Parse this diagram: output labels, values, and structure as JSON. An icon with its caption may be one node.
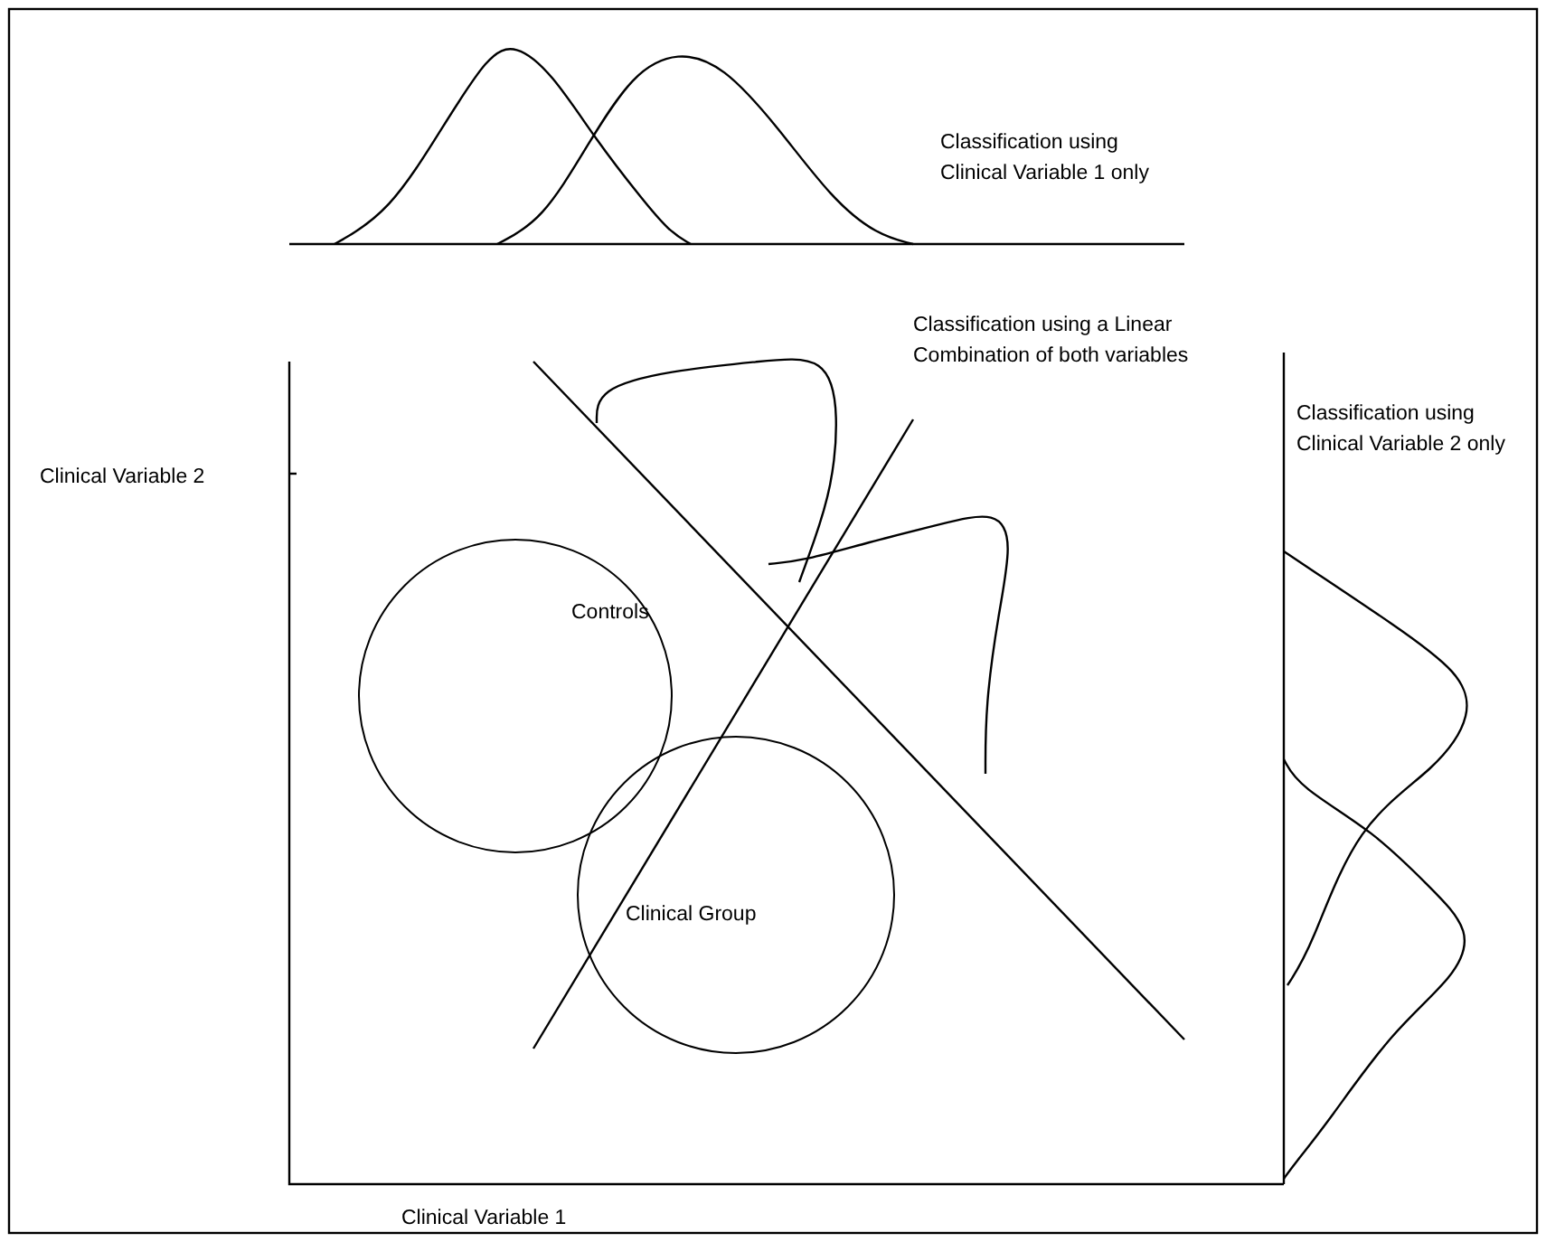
{
  "diagram": {
    "nodes": [
      {
        "text": [
          "Controls"
        ]
      },
      {
        "text": [
          "Clinical Group"
        ]
      }
    ],
    "labels": [
      "Classification using Clinical Variable 1 only",
      "Classification using a Linear Combination of both variables",
      "Classification using Clinical Variable 2 only",
      "Clinical Variable 2",
      "Clinical Variable 1"
    ]
  }
}
